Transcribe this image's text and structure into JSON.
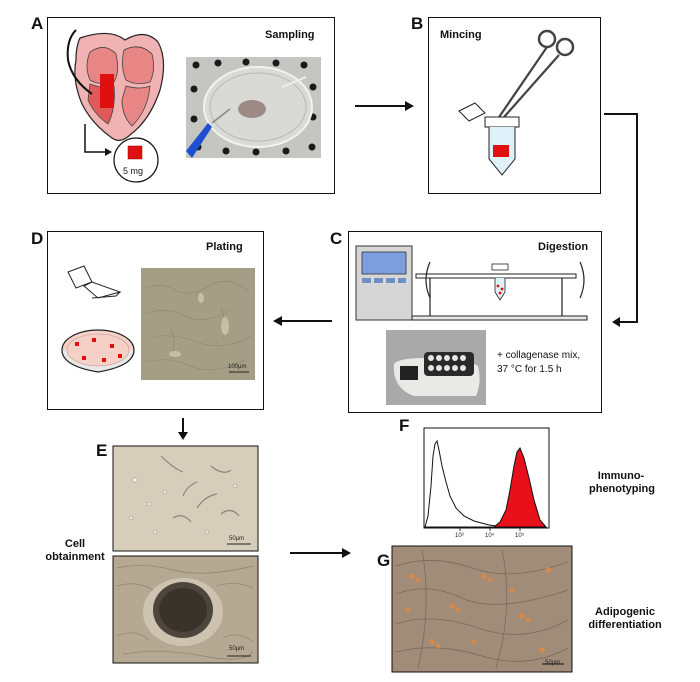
{
  "panels": {
    "A": {
      "letter": "A",
      "title": "Sampling",
      "sample_label": "5 mg"
    },
    "B": {
      "letter": "B",
      "title": "Mincing"
    },
    "C": {
      "letter": "C",
      "title": "Digestion",
      "note_line1": "+ collagenase mix,",
      "note_line2": "37 °C for 1.5 h"
    },
    "D": {
      "letter": "D",
      "title": "Plating",
      "scale_label": "100μm"
    },
    "E": {
      "letter": "E",
      "scale_label_1": "50μm",
      "scale_label_2": "50μm",
      "side_line1": "Cell",
      "side_line2": "obtainment"
    },
    "F": {
      "letter": "F",
      "side_line1": "Immuno-",
      "side_line2": "phenotyping",
      "tick_labels": [
        "10³",
        "10⁴",
        "10⁵"
      ]
    },
    "G": {
      "letter": "G",
      "side_line1": "Adipogenic",
      "side_line2": "differentiation",
      "scale_label": "50μm"
    }
  },
  "colors": {
    "heart_fill": "#f0b2b2",
    "heart_dark": "#e05a5a",
    "tissue_red": "#e01010",
    "histogram_red": "#e8101a",
    "flask_pink": "#f4d0c6",
    "device_blue": "#6f8fc9"
  }
}
